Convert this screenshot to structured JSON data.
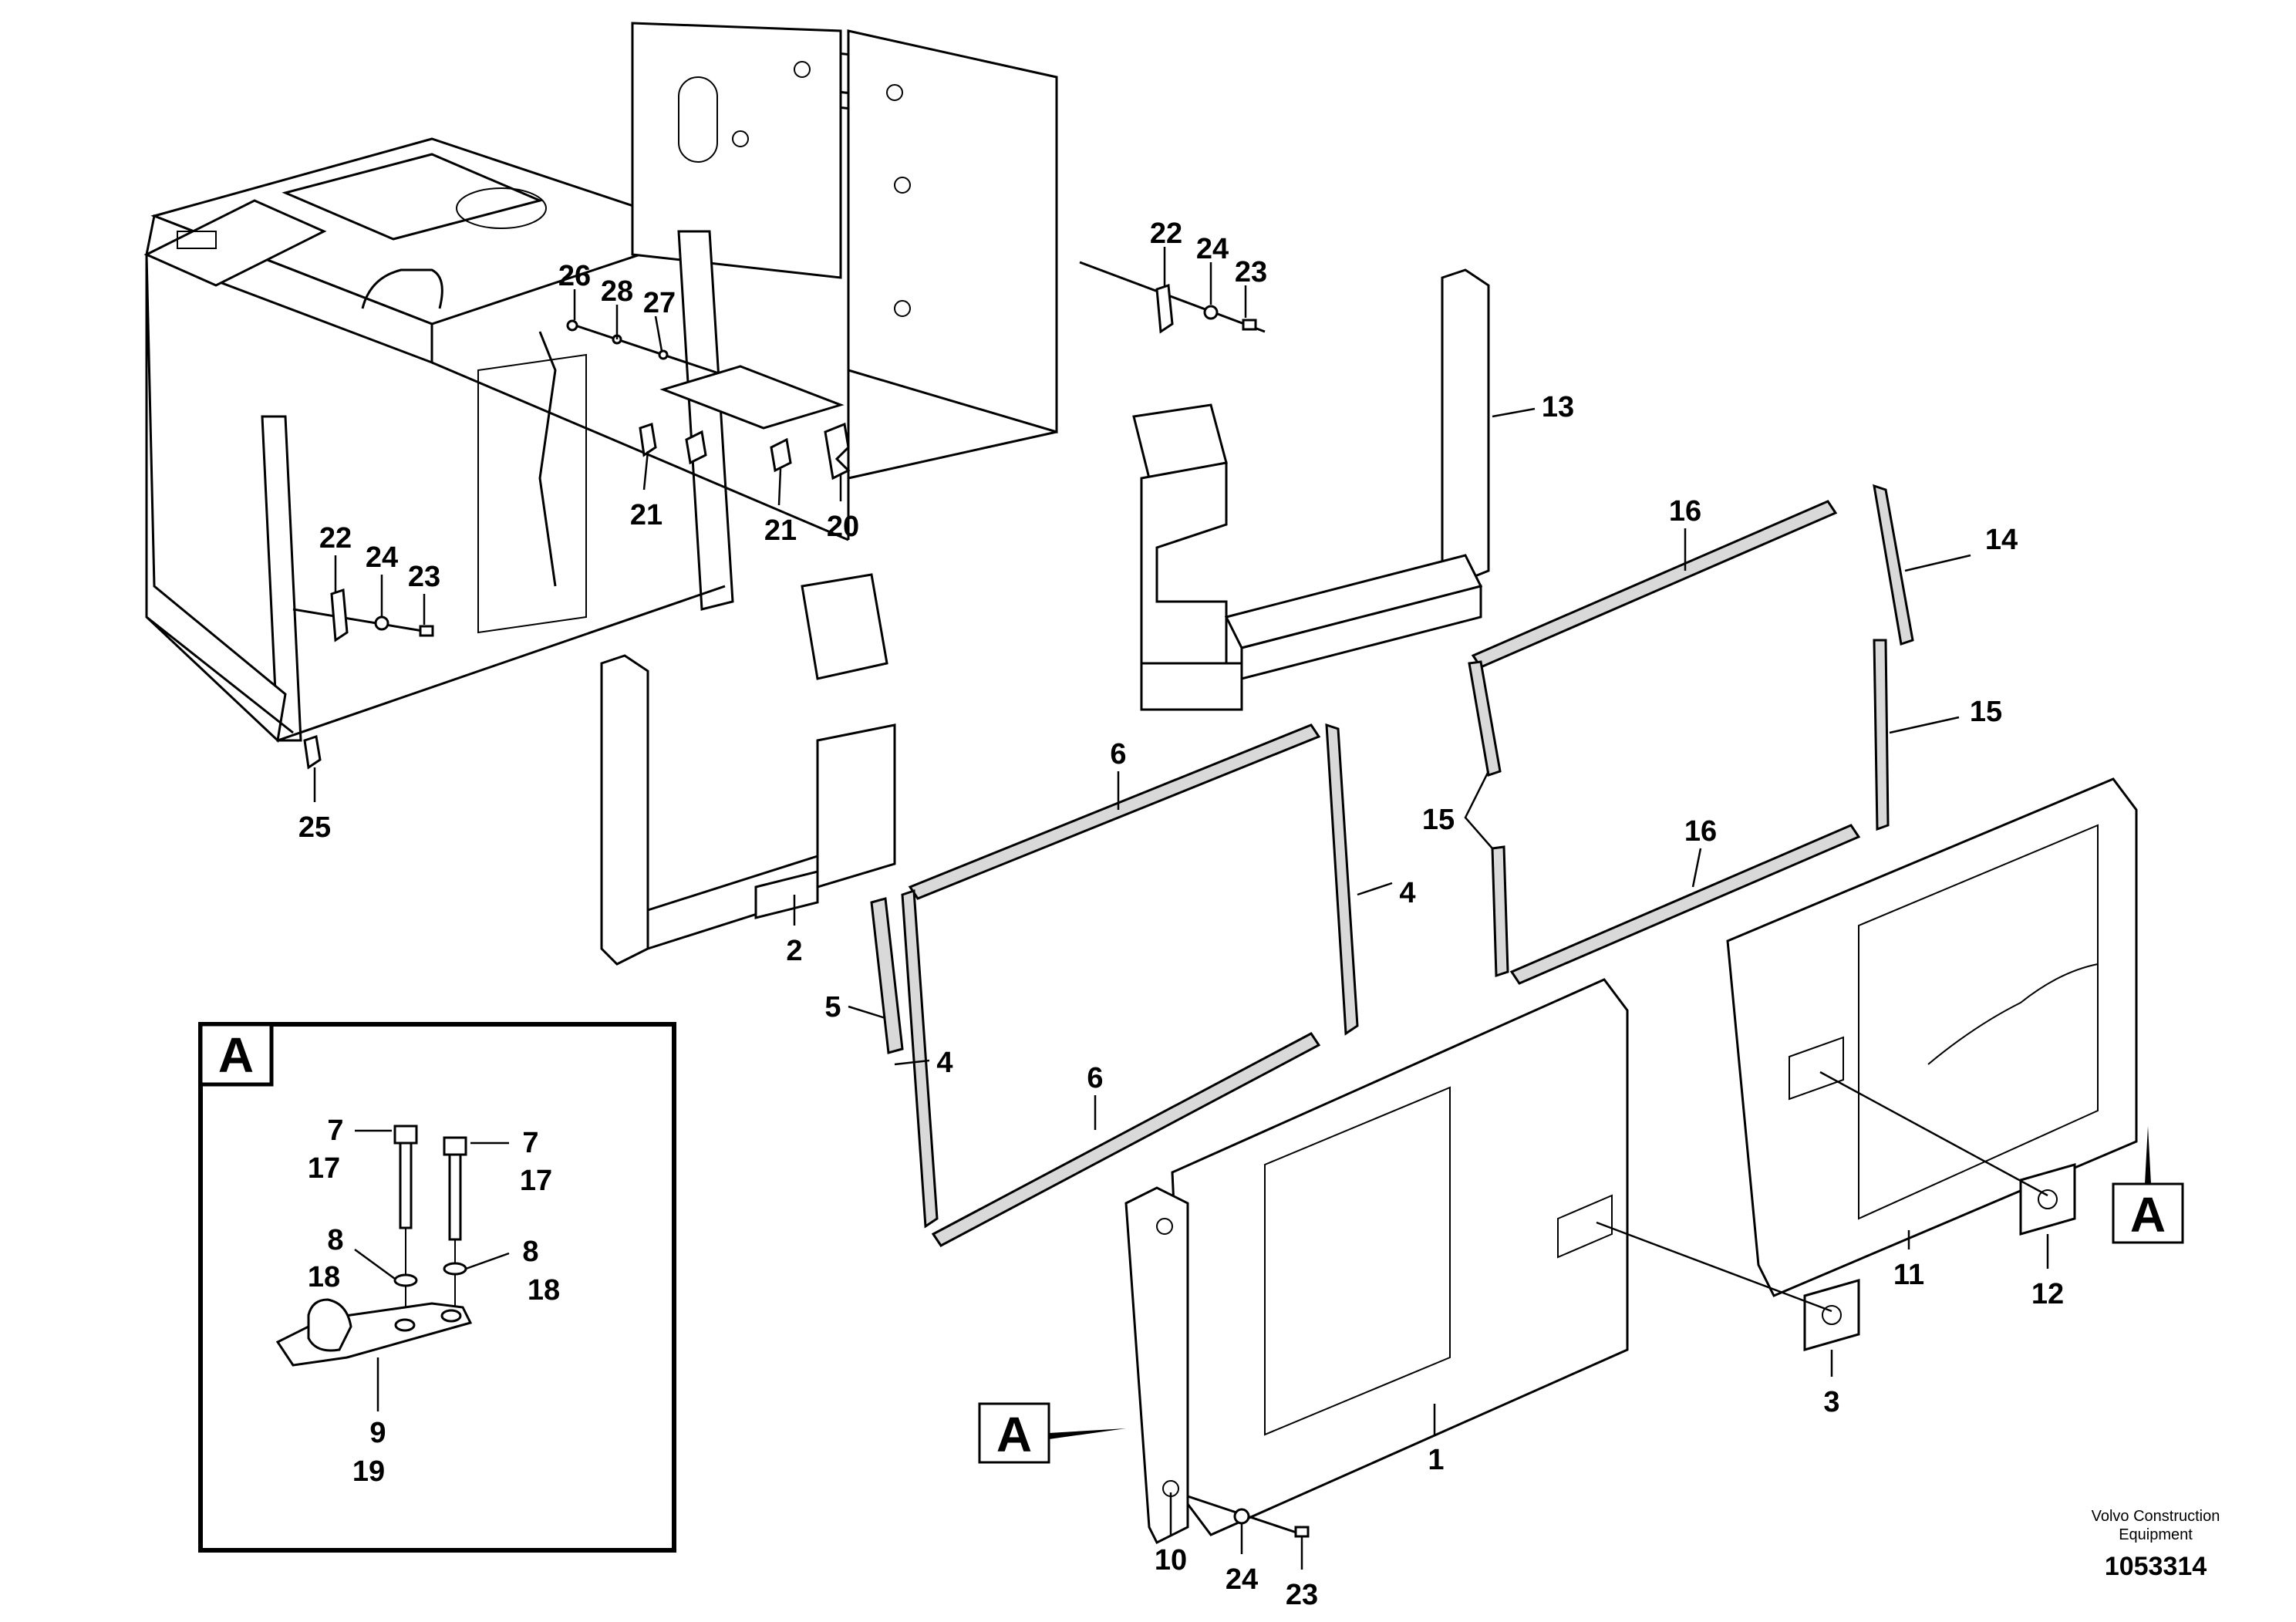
{
  "detail_box_label": "A",
  "view_markers": [
    "A",
    "A"
  ],
  "credit_line1": "Volvo Construction",
  "credit_line2": "Equipment",
  "doc_number": "1053314",
  "callouts": {
    "c26": "26",
    "c28": "28",
    "c27": "27",
    "c22a": "22",
    "c24a": "24",
    "c23a": "23",
    "c22b": "22",
    "c24b": "24",
    "c23b": "23",
    "c21a": "21",
    "c21b": "21",
    "c20": "20",
    "c25": "25",
    "c13": "13",
    "c16a": "16",
    "c14": "14",
    "c15a": "15",
    "c15b": "15",
    "c16b": "16",
    "c6a": "6",
    "c6b": "6",
    "c4a": "4",
    "c4b": "4",
    "c5": "5",
    "c2": "2",
    "c1": "1",
    "c3": "3",
    "c11": "11",
    "c12": "12",
    "c10": "10",
    "c24c": "24",
    "c23c": "23",
    "d7a": "7",
    "d17a": "17",
    "d7b": "7",
    "d17b": "17",
    "d8a": "8",
    "d18a": "18",
    "d8b": "8",
    "d18b": "18",
    "d9": "9",
    "d19": "19"
  }
}
